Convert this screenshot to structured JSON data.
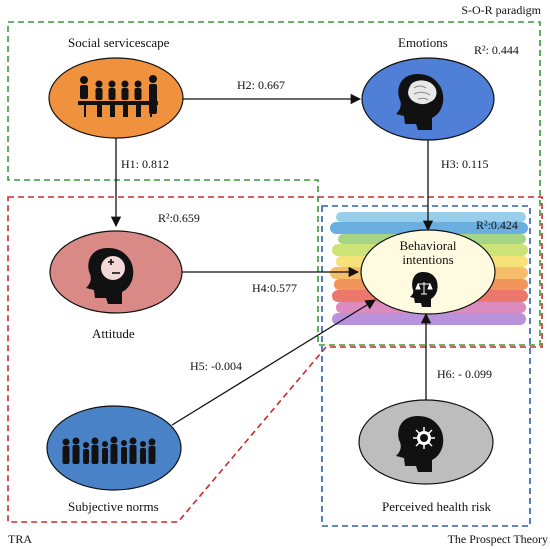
{
  "frameworks": {
    "sor": "S-O-R paradigm",
    "tra": "TRA",
    "prospect": "The Prospect Theory"
  },
  "constructs": {
    "social_servicescape": {
      "label": "Social servicescape",
      "icon": "dining-people-icon",
      "color": "#f0913e"
    },
    "emotions": {
      "label": "Emotions",
      "icon": "head-brain-icon",
      "color": "#4f7fd6",
      "r2": "R²: 0.444"
    },
    "attitude": {
      "label": "Attitude",
      "icon": "head-plus-minus-icon",
      "color": "#d98a86",
      "r2": "R²:0.659"
    },
    "behavioral_intentions": {
      "label_line1": "Behavioral",
      "label_line2": "intentions",
      "icon": "scales-icon",
      "color": "#fffbe0",
      "r2": "R²:0.424"
    },
    "subjective_norms": {
      "label": "Subjective norms",
      "icon": "crowd-icon",
      "color": "#4a82c8"
    },
    "perceived_health_risk": {
      "label": "Perceived health risk",
      "icon": "head-virus-icon",
      "color": "#bdbdbd"
    }
  },
  "paths": {
    "h1": "H1: 0.812",
    "h2": "H2: 0.667",
    "h3": "H3: 0.115",
    "h4": "H4:0.577",
    "h5": "H5: -0.004",
    "h6": "H6: - 0.099"
  },
  "colors": {
    "sor_border": "#3a9a3a",
    "tra_border": "#cc2a2a",
    "prospect_border": "#2f5fb3"
  }
}
